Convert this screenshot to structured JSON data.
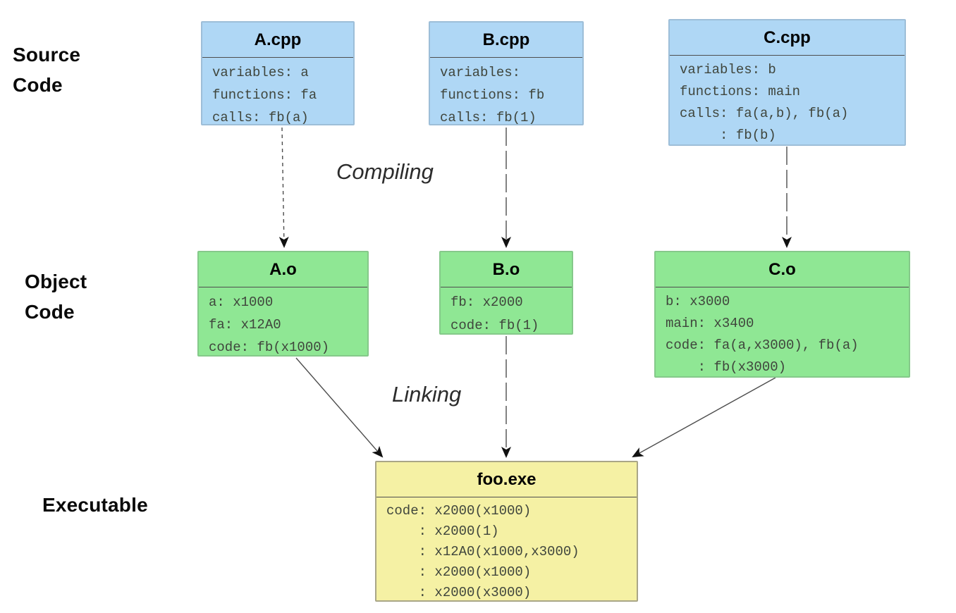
{
  "diagram": {
    "title_semantic": "Compiling and Linking process diagram",
    "row_labels": {
      "source": {
        "line1": "Source",
        "line2": "Code"
      },
      "object": {
        "line1": "Object",
        "line2": "Code"
      },
      "executable": "Executable"
    },
    "process_labels": {
      "compiling": "Compiling",
      "linking": "Linking"
    },
    "colors": {
      "source_box_fill": "#afd7f5",
      "source_box_border": "#9dbed8",
      "object_box_fill": "#8fe794",
      "object_box_border": "#85c98a",
      "executable_box_fill": "#f5f1a4",
      "executable_box_border": "#a9a687",
      "arrow_line": "#4d4d4d",
      "arrowhead": "#111111",
      "background": "#ffffff"
    },
    "boxes": {
      "a_cpp": {
        "title": "A.cpp",
        "lines": [
          "variables: a",
          "functions: fa",
          "calls: fb(a)"
        ]
      },
      "b_cpp": {
        "title": "B.cpp",
        "lines": [
          "variables:",
          "functions: fb",
          "calls: fb(1)"
        ]
      },
      "c_cpp": {
        "title": "C.cpp",
        "lines": [
          "variables: b",
          "functions: main",
          "calls: fa(a,b), fb(a)",
          "     : fb(b)"
        ]
      },
      "a_o": {
        "title": "A.o",
        "lines": [
          "a: x1000",
          "fa: x12A0",
          "code: fb(x1000)"
        ]
      },
      "b_o": {
        "title": "B.o",
        "lines": [
          "fb: x2000",
          "code: fb(1)"
        ]
      },
      "c_o": {
        "title": "C.o",
        "lines": [
          "b: x3000",
          "main: x3400",
          "code: fa(a,x3000), fb(a)",
          "    : fb(x3000)"
        ]
      },
      "foo_exe": {
        "title": "foo.exe",
        "lines": [
          "code: x2000(x1000)",
          "    : x2000(1)",
          "    : x12A0(x1000,x3000)",
          "    : x2000(x1000)",
          "    : x2000(x3000)"
        ]
      }
    }
  }
}
